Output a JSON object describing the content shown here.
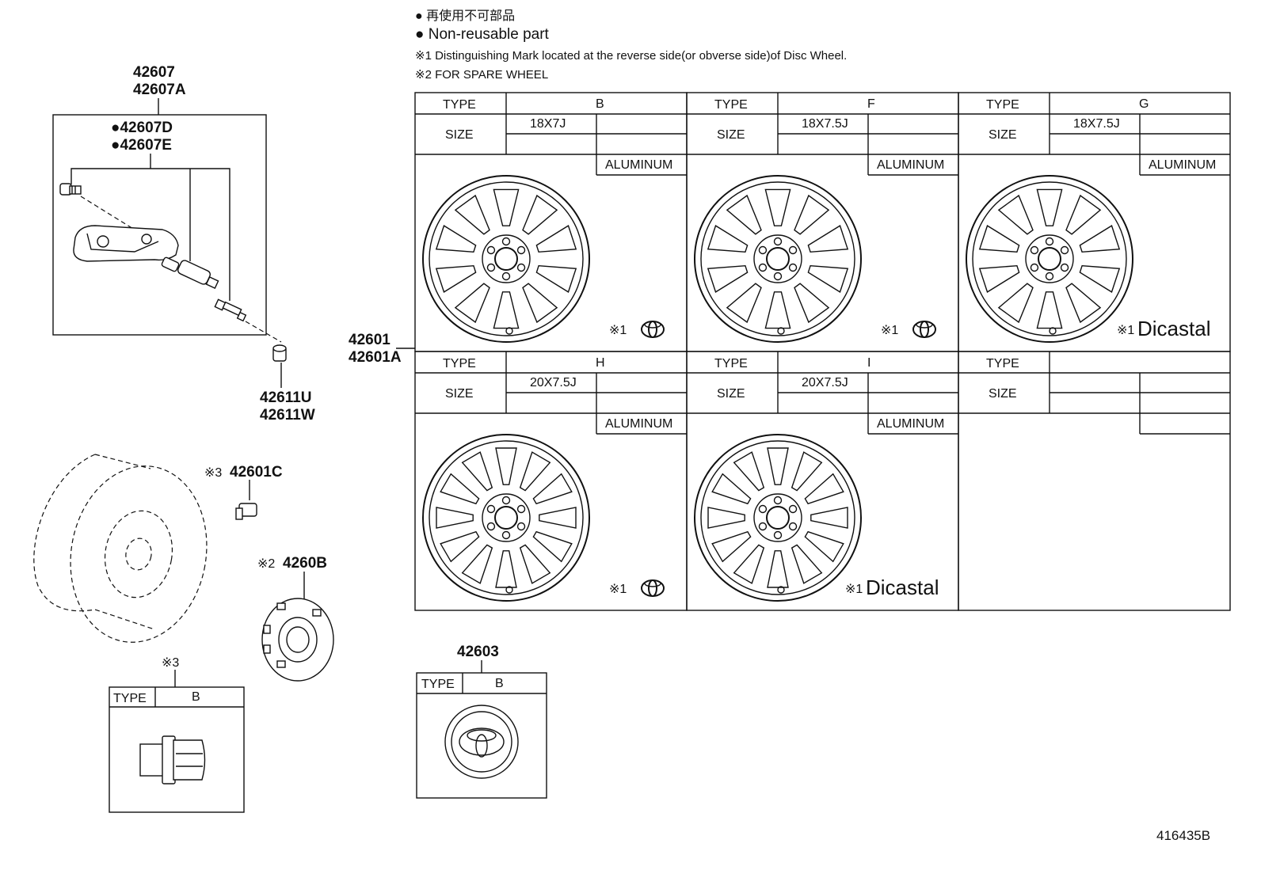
{
  "legend": {
    "line1": "● 再使用不可部品",
    "line2": "● Non-reusable part",
    "line3": "※1 Distinguishing Mark located at the reverse side(or obverse side)of Disc Wheel.",
    "line4": "※2 FOR SPARE WHEEL"
  },
  "parts": {
    "sensor_top": [
      "42607",
      "42607A"
    ],
    "sensor_inner": [
      "●42607D",
      "●42607E"
    ],
    "cap": [
      "42611U",
      "42611W"
    ],
    "wheel": [
      "42601",
      "42601A"
    ],
    "nut": "42601C",
    "nut_note": "※3",
    "spare": "4260B",
    "spare_note": "※2",
    "ornament": "42603"
  },
  "wheel_table": {
    "type_label": "TYPE",
    "size_label": "SIZE",
    "material": "ALUMINUM",
    "mark_prefix": "※1",
    "dicastal": "Dicastal",
    "cells": [
      {
        "type": "B",
        "size": "18X7J",
        "aluminum": true,
        "mark": "toyota"
      },
      {
        "type": "F",
        "size": "18X7.5J",
        "aluminum": true,
        "mark": "toyota"
      },
      {
        "type": "G",
        "size": "18X7.5J",
        "aluminum": true,
        "mark": "dicastal"
      },
      {
        "type": "H",
        "size": "20X7.5J",
        "aluminum": true,
        "mark": "toyota"
      },
      {
        "type": "I",
        "size": "20X7.5J",
        "aluminum": true,
        "mark": "dicastal"
      },
      {
        "type": "",
        "size": "",
        "aluminum": false,
        "mark": ""
      }
    ]
  },
  "nut_table": {
    "note": "※3",
    "type_label": "TYPE",
    "type": "B"
  },
  "ornament_table": {
    "type_label": "TYPE",
    "type": "B"
  },
  "diagram_id": "416435B"
}
